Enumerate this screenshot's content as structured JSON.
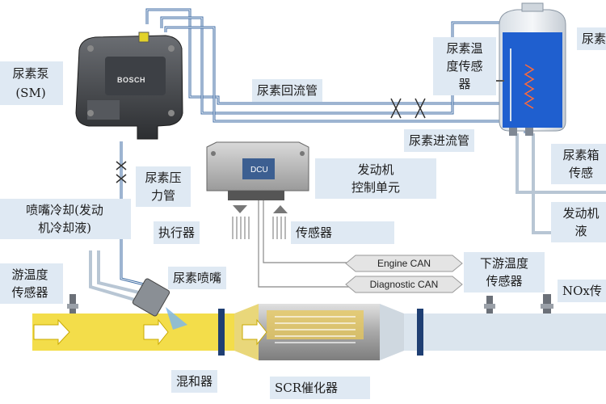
{
  "labels": {
    "pump": "尿素泵\n(SM)",
    "return_pipe": "尿素回流管",
    "temp_sensor": "尿素温\n度传感\n器",
    "tank_top": "尿素",
    "inlet_pipe": "尿素进流管",
    "tank_level": "尿素箱\n传感",
    "pressure_pipe": "尿素压\n力管",
    "ecu": "发动机\n控制单元",
    "nozzle_cooling": "喷嘴冷却(发动\n机冷却液)",
    "engine_coolant": "发动机\n液",
    "actuator": "执行器",
    "sensor": "传感器",
    "upstream_temp": "游温度\n传感器",
    "injector": "尿素喷嘴",
    "downstream_temp": "下游温度\n传感器",
    "nox_sensor": "NOx传",
    "mixer": "混和器",
    "scr": "SCR催化器"
  },
  "can": {
    "engine": "Engine CAN",
    "diagnostic": "Diagnostic CAN"
  },
  "device_text": {
    "bosch": "BOSCH",
    "dcu": "DCU"
  },
  "colors": {
    "label_bg": "#dfe9f3",
    "pipe": "#3b6aa3",
    "exhaust_yellow": "#f3dd4a",
    "tank_fluid": "#1f5fcf",
    "can_tag": "#e4e4e4"
  }
}
